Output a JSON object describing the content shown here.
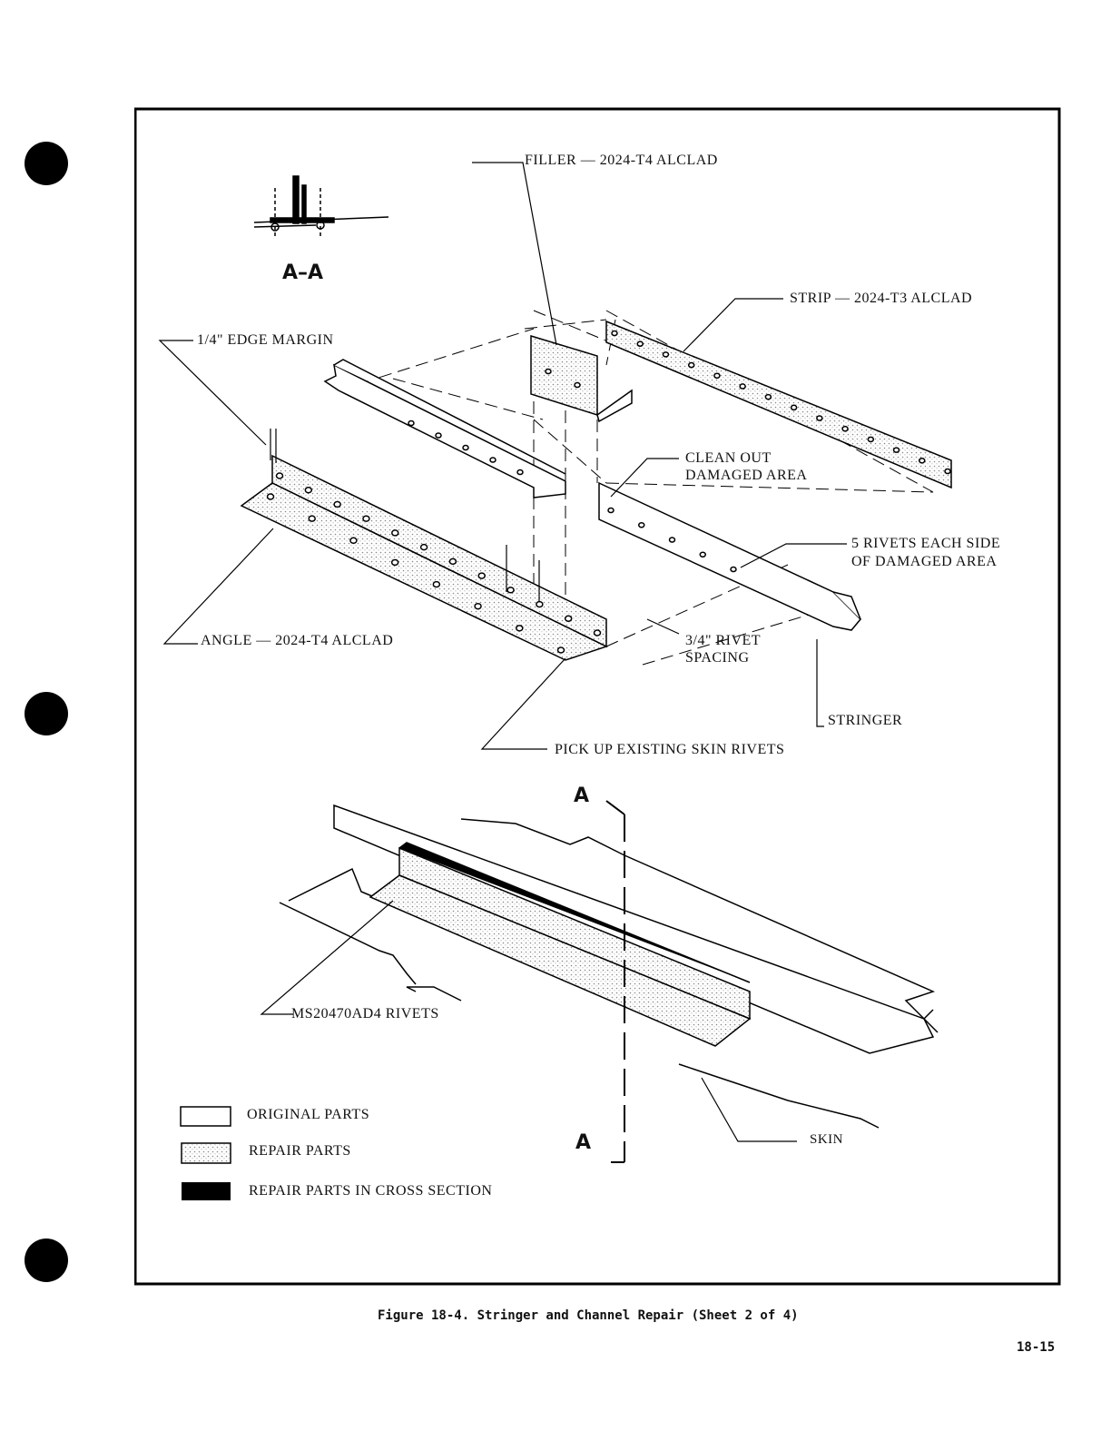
{
  "labels": {
    "filler": "FILLER — 2024-T4 ALCLAD",
    "strip": "STRIP — 2024-T3 ALCLAD",
    "edge_margin": "1/4\" EDGE MARGIN",
    "clean_out_1": "CLEAN OUT",
    "clean_out_2": "DAMAGED AREA",
    "five_rivets_1": "5 RIVETS EACH SIDE",
    "five_rivets_2": "OF DAMAGED AREA",
    "angle": "ANGLE — 2024-T4 ALCLAD",
    "rivet_spacing_1": "3/4\" RIVET",
    "rivet_spacing_2": "SPACING",
    "stringer": "STRINGER",
    "pick_up": "PICK UP EXISTING SKIN RIVETS",
    "ms_rivets": "MS20470AD4 RIVETS",
    "skin": "SKIN",
    "section_a_top": "A",
    "section_a_bottom": "A",
    "section_aa": "A–A"
  },
  "legend": {
    "original": "ORIGINAL PARTS",
    "repair": "REPAIR PARTS",
    "cross_section": "REPAIR PARTS IN CROSS SECTION"
  },
  "caption": "Figure 18-4.  Stringer and Channel Repair (Sheet 2 of 4)",
  "page_number": "18-15"
}
